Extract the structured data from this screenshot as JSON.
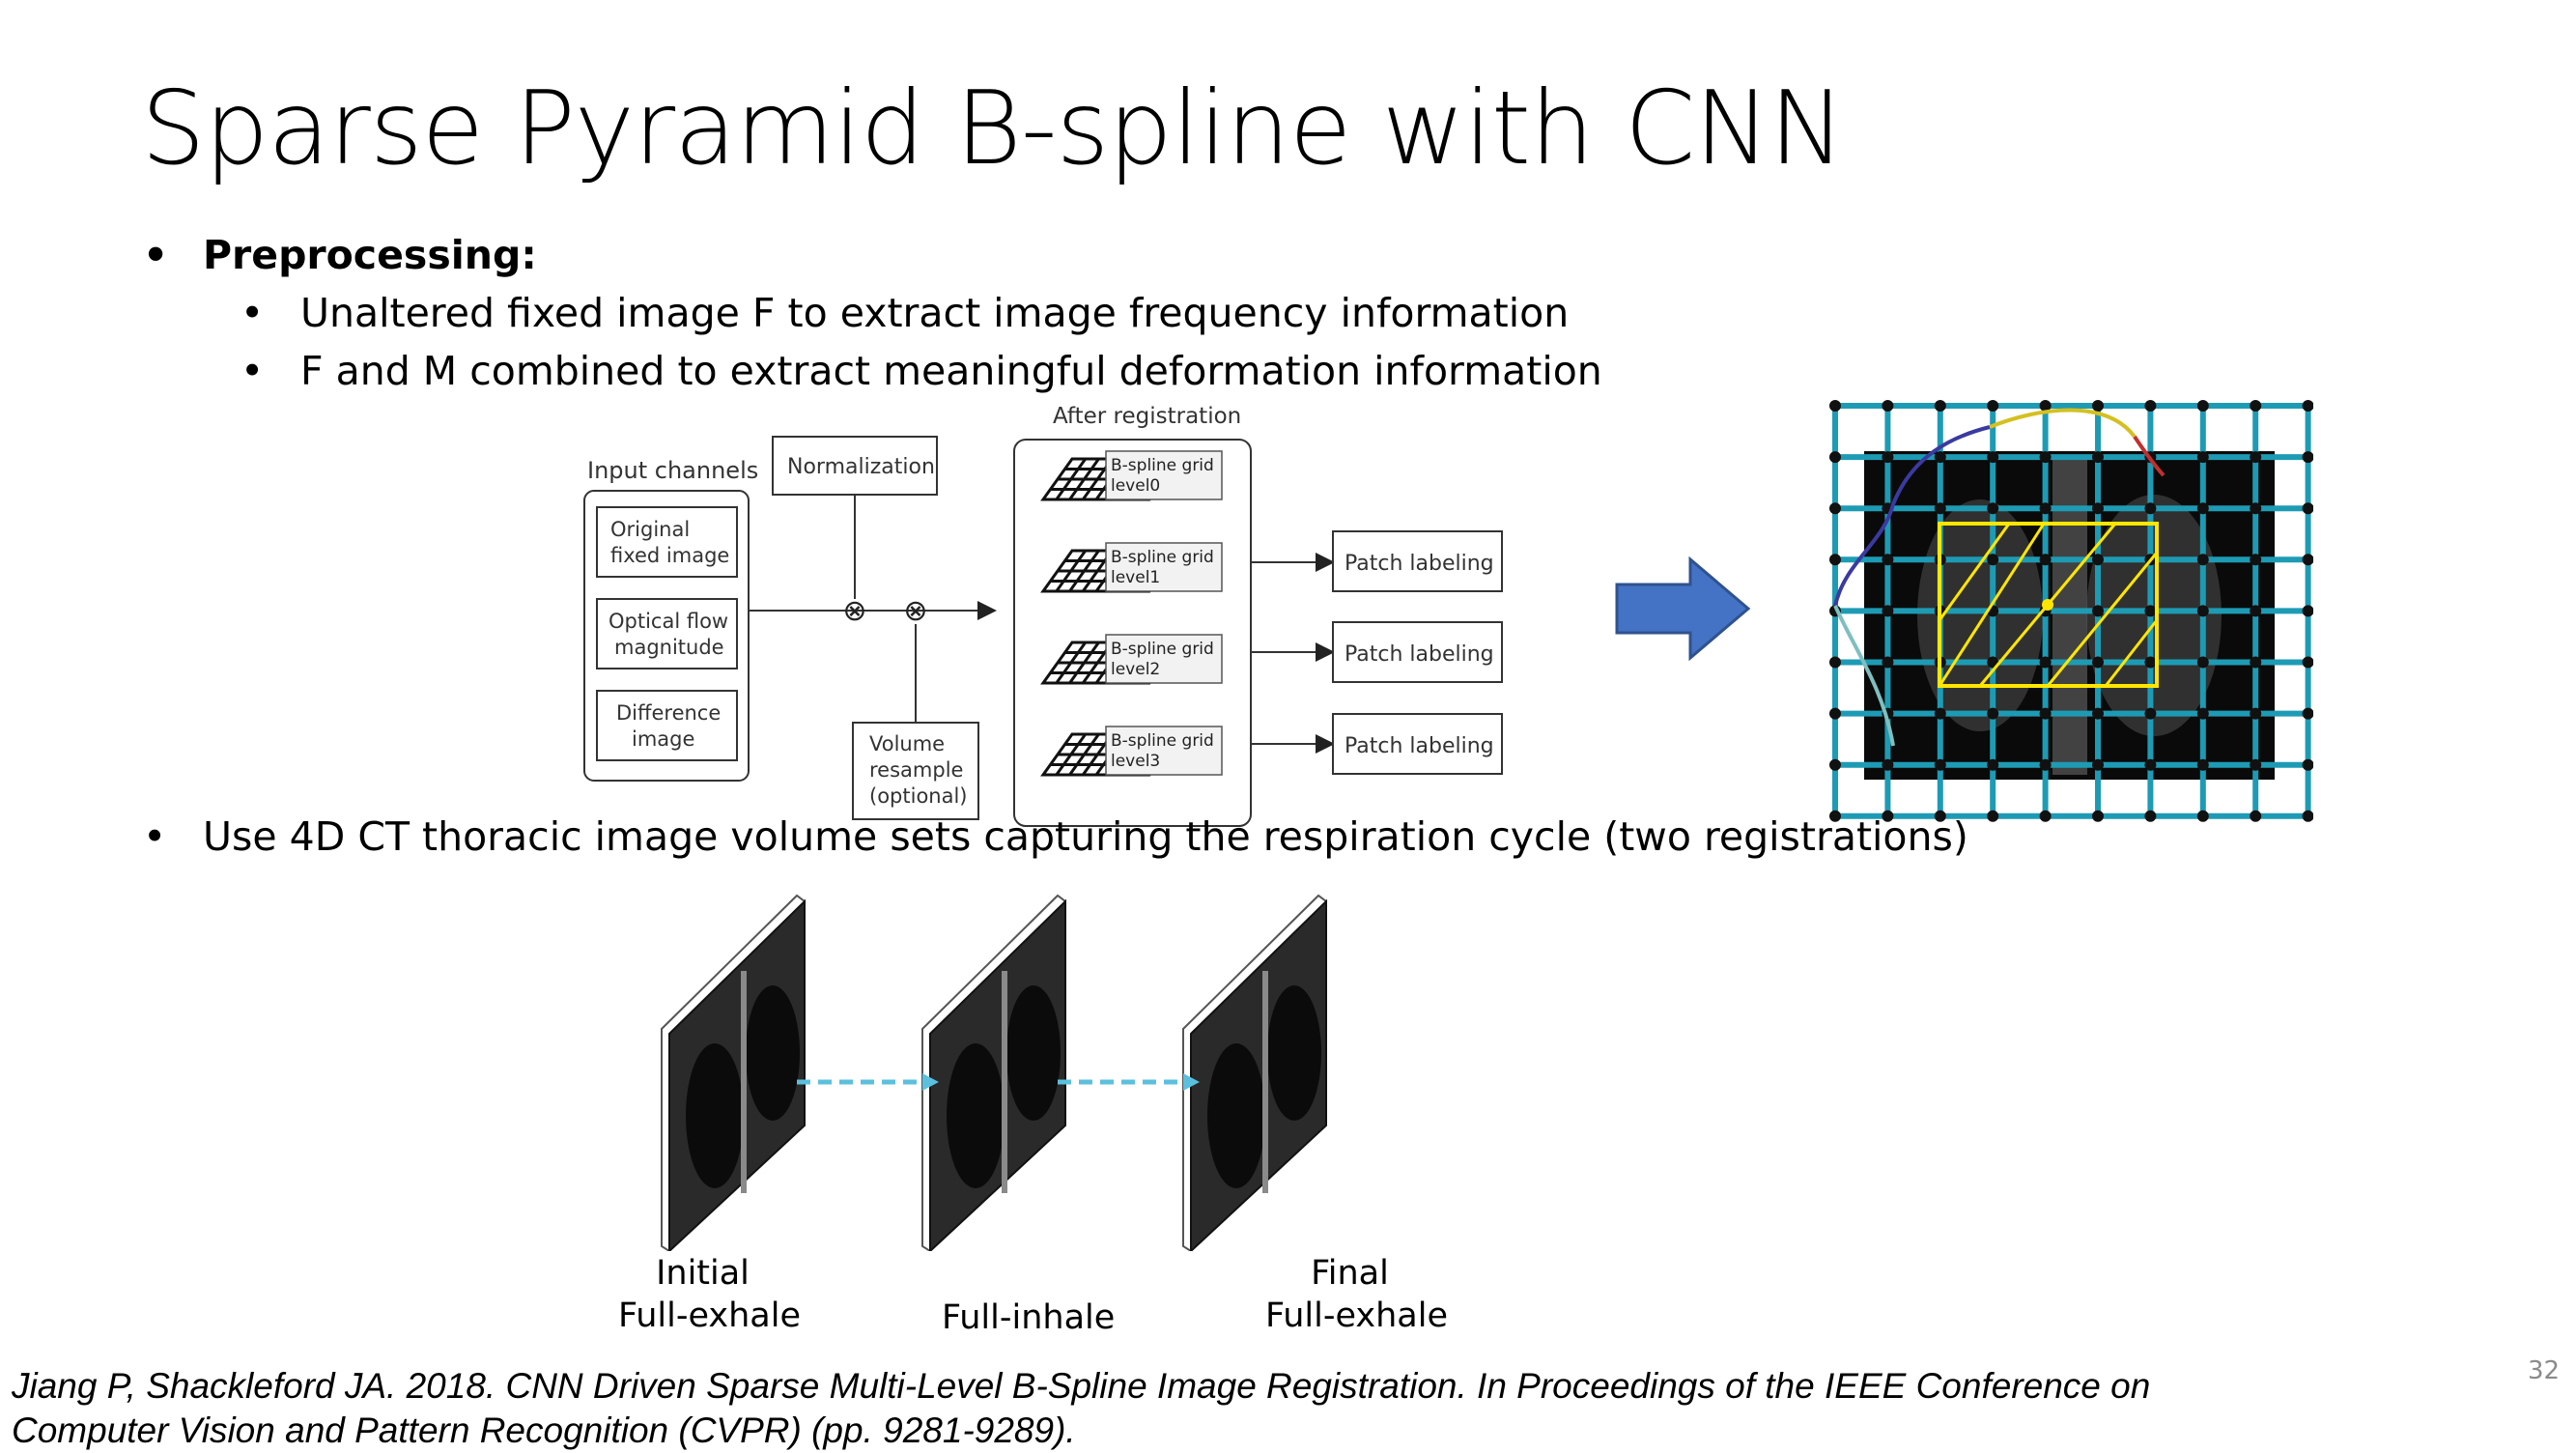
{
  "slide": {
    "title": "Sparse Pyramid B-spline with CNN",
    "bullets": {
      "preprocessing": "Preprocessing:",
      "sub1": "Unaltered fixed image F to extract image frequency information",
      "sub2": "F and M combined to extract meaningful deformation information",
      "ct": "Use 4D CT thoracic image volume sets capturing the respiration cycle (two registrations)",
      "marker": "•"
    },
    "page_number": "32"
  },
  "pipeline": {
    "input_channels_title": "Input channels",
    "channels": [
      {
        "line1": "Original",
        "line2": "fixed image"
      },
      {
        "line1": "Optical flow",
        "line2": "magnitude"
      },
      {
        "line1": "Difference",
        "line2": "image"
      }
    ],
    "normalization": "Normalization",
    "volume_resample": {
      "line1": "Volume",
      "line2": "resample",
      "line3": "(optional)"
    },
    "after_registration": "After registration",
    "levels": [
      {
        "line1": "B-spline grid",
        "line2": "level0"
      },
      {
        "line1": "B-spline grid",
        "line2": "level1"
      },
      {
        "line1": "B-spline grid",
        "line2": "level2"
      },
      {
        "line1": "B-spline grid",
        "line2": "level3"
      }
    ],
    "patch_labels": [
      "Patch labeling",
      "Patch labeling",
      "Patch labeling"
    ],
    "operator_symbol": "⊗"
  },
  "ct_sequence": {
    "labels": [
      {
        "line1": "Initial",
        "line2": "Full-exhale"
      },
      {
        "line1": "",
        "line2": "Full-inhale"
      },
      {
        "line1": "Final",
        "line2": "Full-exhale"
      }
    ]
  },
  "citation": {
    "line1": "Jiang P, Shackleford JA. 2018. CNN Driven Sparse Multi-Level B-Spline Image Registration. In Proceedings of the IEEE Conference on",
    "line2": "Computer Vision and Pattern Recognition (CVPR) (pp. 9281-9289)."
  },
  "colors": {
    "arrow_fill": "#4472C4",
    "grid_line": "#1E9BB4",
    "highlight": "#FFE600",
    "ct_arrow": "#5BC0DE"
  }
}
